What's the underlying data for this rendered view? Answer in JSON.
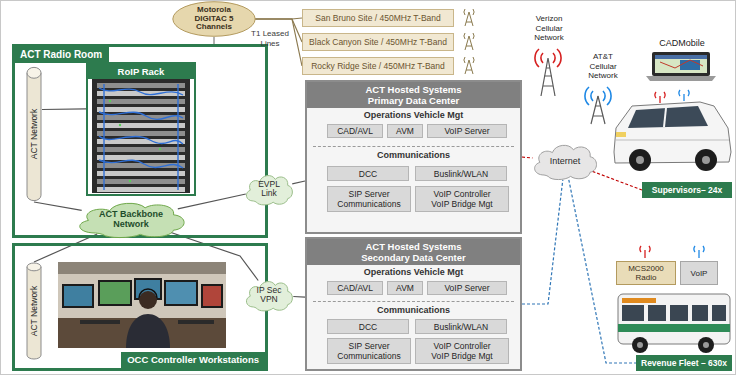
{
  "diagram": {
    "nodes": [
      {
        "text": [
          "ACT Radio Room"
        ]
      },
      {
        "text": [
          "ACT Network"
        ],
        "in": 0
      },
      {
        "text": [
          "RoIP Rack"
        ],
        "in": 0
      },
      {
        "text": [
          "OCC Controller Workstations"
        ]
      },
      {
        "text": [
          "ACT Network"
        ],
        "in": 3
      },
      {
        "text": [
          "Motorola DIGITAC 5 Channels"
        ]
      },
      {
        "text": [
          "San Bruno Site / 450MHz T-Band"
        ]
      },
      {
        "text": [
          "Black Canyon Site / 450MHz T-Band"
        ]
      },
      {
        "text": [
          "Rocky Ridge Site / 450MHz T-Band"
        ]
      },
      {
        "text": [
          "ACT Hosted Systems Primary Data Center",
          "Operations Vehicle Mgt",
          "Communications"
        ]
      },
      {
        "text": [
          "CAD/AVL"
        ],
        "in": 9
      },
      {
        "text": [
          "AVM"
        ],
        "in": 9
      },
      {
        "text": [
          "VoIP Server"
        ],
        "in": 9
      },
      {
        "text": [
          "DCC"
        ],
        "in": 9
      },
      {
        "text": [
          "Buslink/WLAN"
        ],
        "in": 9
      },
      {
        "text": [
          "SIP Server Communications"
        ],
        "in": 9
      },
      {
        "text": [
          "VoIP Controller VoIP Bridge Mgt"
        ],
        "in": 9
      },
      {
        "text": [
          "ACT Hosted Systems Secondary Data Center",
          "Operations Vehicle Mgt",
          "Communications"
        ]
      },
      {
        "text": [
          "CAD/AVL"
        ],
        "in": 17
      },
      {
        "text": [
          "AVM"
        ],
        "in": 17
      },
      {
        "text": [
          "VoIP Server"
        ],
        "in": 17
      },
      {
        "text": [
          "DCC"
        ],
        "in": 17
      },
      {
        "text": [
          "Buslink/WLAN"
        ],
        "in": 17
      },
      {
        "text": [
          "SIP Server Communications"
        ],
        "in": 17
      },
      {
        "text": [
          "VoIP Controller VoIP Bridge Mgt"
        ],
        "in": 17
      },
      {
        "text": [
          "EVPL Link"
        ]
      },
      {
        "text": [
          "ACT Backbone Network"
        ]
      },
      {
        "text": [
          "IP Sec VPN"
        ]
      },
      {
        "text": [
          "Internet"
        ]
      },
      {
        "text": [
          "Supervisors– 24x"
        ]
      },
      {
        "text": [
          "MCS2000 Radio"
        ]
      },
      {
        "text": [
          "VoIP"
        ]
      },
      {
        "text": [
          "Revenue Fleet – 630x"
        ]
      }
    ],
    "edges": [
      {
        "from": 5,
        "to": 0,
        "arrow": "none"
      },
      {
        "from": 5,
        "to": 6,
        "arrow": "none"
      },
      {
        "from": 5,
        "to": 7,
        "arrow": "none"
      },
      {
        "from": 5,
        "to": 8,
        "arrow": "none"
      },
      {
        "from": 1,
        "to": 2,
        "arrow": "none"
      },
      {
        "from": 1,
        "to": 26,
        "arrow": "none"
      },
      {
        "from": 26,
        "to": 4,
        "arrow": "none"
      },
      {
        "from": 26,
        "to": 25,
        "arrow": "none"
      },
      {
        "from": 25,
        "to": 9,
        "arrow": "none"
      },
      {
        "from": 26,
        "to": 27,
        "arrow": "none"
      },
      {
        "from": 27,
        "to": 17,
        "arrow": "none"
      },
      {
        "from": 9,
        "to": 28,
        "arrow": "none"
      },
      {
        "from": 17,
        "to": 28,
        "arrow": "none"
      },
      {
        "from": 28,
        "to": 29,
        "arrow": "none"
      },
      {
        "from": 28,
        "to": 32,
        "arrow": "none"
      }
    ],
    "labels": [
      "T1 Leased Lines",
      "Verizon Cellular Network",
      "AT&T Cellular Network",
      "CADMobile"
    ]
  }
}
